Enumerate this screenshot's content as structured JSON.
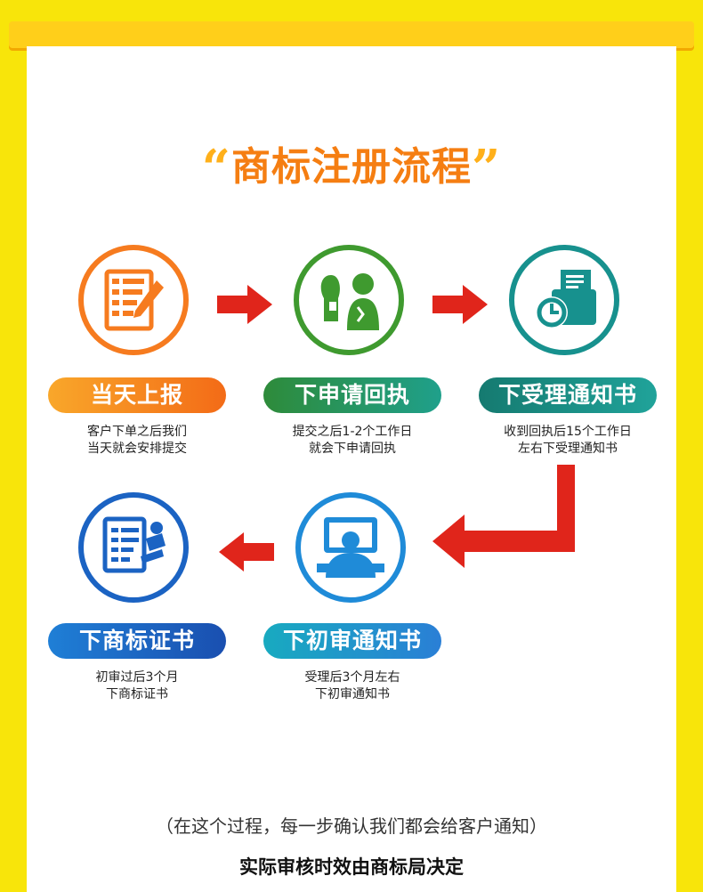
{
  "title": {
    "open_quote": "“",
    "text": "商标注册流程",
    "close_quote": "”"
  },
  "steps": [
    {
      "label": "当天上报",
      "line1": "客户下单之后我们",
      "line2": "当天就会安排提交",
      "color": "#f67b1f",
      "icon": "document-pen-icon"
    },
    {
      "label": "下申请回执",
      "line1": "提交之后1-2个工作日",
      "line2": "就会下申请回执",
      "color": "#3f9a2f",
      "icon": "person-consultation-icon"
    },
    {
      "label": "下受理通知书",
      "line1": "收到回执后15个工作日",
      "line2": "左右下受理通知书",
      "color": "#17918e",
      "icon": "clock-document-icon"
    },
    {
      "label": "下初审通知书",
      "line1": "受理后3个月左右",
      "line2": "下初审通知书",
      "color": "#1f8bd8",
      "icon": "person-computer-icon"
    },
    {
      "label": "下商标证书",
      "line1": "初审过后3个月",
      "line2": "下商标证书",
      "color": "#1b63c3",
      "icon": "document-stamp-icon"
    }
  ],
  "footer": {
    "note": "（在这个过程，每一步确认我们都会给客户通知）",
    "decision": "实际审核时效由商标局决定"
  }
}
